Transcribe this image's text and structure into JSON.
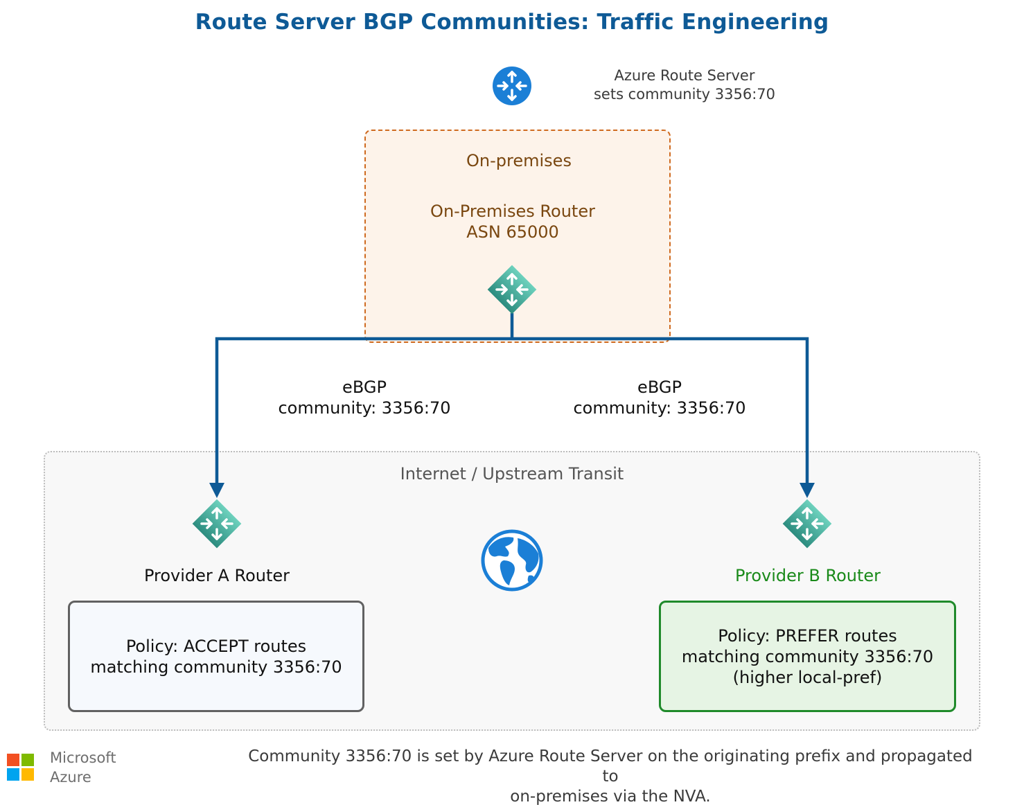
{
  "title": "Route Server BGP Communities: Traffic Engineering",
  "route_server": {
    "icon": "router-icon",
    "label_line1": "Azure Route Server",
    "label_line2": "sets community 3356:70"
  },
  "on_premises": {
    "group_label": "On-premises",
    "router_name": "On-Premises Router",
    "router_asn": "ASN 65000",
    "icon": "router-icon"
  },
  "edges": [
    {
      "protocol": "eBGP",
      "community": "community: 3356:70"
    },
    {
      "protocol": "eBGP",
      "community": "community: 3356:70"
    }
  ],
  "internet": {
    "group_label": "Internet / Upstream Transit",
    "icon": "globe-icon"
  },
  "provider_a": {
    "label": "Provider A Router",
    "policy_line1": "Policy: ACCEPT routes",
    "policy_line2": "matching community 3356:70"
  },
  "provider_b": {
    "label": "Provider B Router",
    "policy_line1": "Policy: PREFER routes",
    "policy_line2": "matching community 3356:70",
    "policy_line3": "(higher local-pref)"
  },
  "footer": {
    "note_line1": "Community 3356:70 is set by Azure Route Server on the originating prefix and propagated to",
    "note_line2": "on-premises via the NVA.",
    "brand_line1": "Microsoft",
    "brand_line2": "Azure"
  },
  "colors": {
    "title": "#0e5a96",
    "connector": "#0e5a96",
    "onprem_border": "#cf6a1f",
    "onprem_fill": "#fdf3ea",
    "provider_b_accent": "#1f8a2a",
    "router_teal": "#35a594"
  }
}
